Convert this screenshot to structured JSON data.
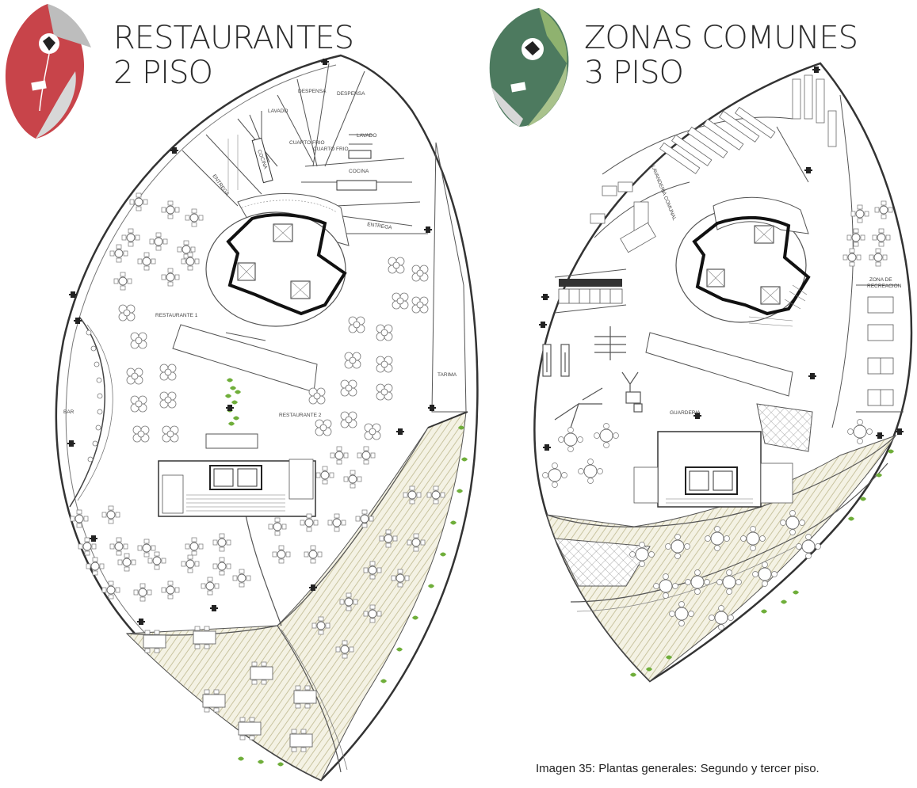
{
  "left_plan": {
    "title_line1": "RESTAURANTES",
    "title_line2": "2 PISO",
    "badge_color": "#c8444a",
    "rooms": {
      "lavado_a": "LAVADO",
      "despensa_a": "DESPENSA",
      "despensa_b": "DESPENSA",
      "cuarto_frio_a": "CUARTO FRIO",
      "cuarto_frio_b": "CUARTO FRIO",
      "lavado_b": "LAVADO",
      "cocina_a": "COCINA",
      "cocina_b": "COCINA",
      "entrega_a": "ENTREGA",
      "entrega_b": "ENTREGA",
      "restaurante_1": "RESTAURANTE 1",
      "restaurante_2": "RESTAURANTE 2",
      "bar": "BAR",
      "tarima": "TARIMA"
    }
  },
  "right_plan": {
    "title_line1": "ZONAS COMUNES",
    "title_line2": "3 PISO",
    "badge_color": "#4d7a5f",
    "rooms": {
      "lavanderia": "LAVANDERIA COMUNAL",
      "zona_recreacion_1": "ZONA DE",
      "zona_recreacion_2": "RECREACION",
      "guarderia": "GUARDERIA"
    }
  },
  "caption": "Imagen 35: Plantas generales: Segundo y tercer piso.",
  "colors": {
    "wall": "#2a2a2a",
    "line": "#555555",
    "terrace_hatch": "#c9c4a0",
    "plant": "#6fae3a"
  }
}
